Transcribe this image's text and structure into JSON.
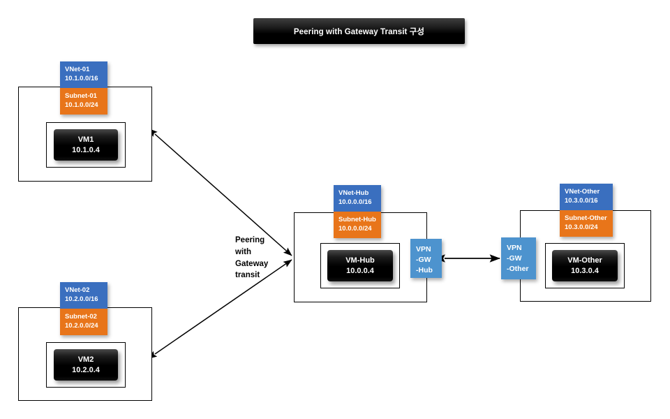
{
  "banner": {
    "title": "Peering with Gateway Transit 구성"
  },
  "caption": {
    "line1": "Peering",
    "line2": "with",
    "line3": "Gateway",
    "line4": "transit",
    "full": "Peering with Gateway transit"
  },
  "colors": {
    "vnet_blue": "#3A6FBF",
    "subnet_orange": "#E8751A",
    "vpngw_blue": "#4D93CE",
    "vm_black": "#000000",
    "border": "#000000",
    "background": "#ffffff",
    "banner_text": "#ffffff"
  },
  "networks": [
    {
      "id": "vnet-01",
      "vnet_name": "VNet-01",
      "vnet_cidr": "10.1.0.0/16",
      "subnet_name": "Subnet-01",
      "subnet_cidr": "10.1.0.0/24",
      "vm_name": "VM1",
      "vm_ip": "10.1.0.4",
      "gateway": null
    },
    {
      "id": "vnet-02",
      "vnet_name": "VNet-02",
      "vnet_cidr": "10.2.0.0/16",
      "subnet_name": "Subnet-02",
      "subnet_cidr": "10.2.0.0/24",
      "vm_name": "VM2",
      "vm_ip": "10.2.0.4",
      "gateway": null
    },
    {
      "id": "vnet-hub",
      "vnet_name": "VNet-Hub",
      "vnet_cidr": "10.0.0.0/16",
      "subnet_name": "Subnet-Hub",
      "subnet_cidr": "10.0.0.0/24",
      "vm_name": "VM-Hub",
      "vm_ip": "10.0.0.4",
      "gateway": {
        "line1": "VPN",
        "line2": "-GW",
        "line3": "-Hub",
        "full": "VPN-GW-Hub"
      }
    },
    {
      "id": "vnet-other",
      "vnet_name": "VNet-Other",
      "vnet_cidr": "10.3.0.0/16",
      "subnet_name": "Subnet-Other",
      "subnet_cidr": "10.3.0.0/24",
      "vm_name": "VM-Other",
      "vm_ip": "10.3.0.4",
      "gateway": {
        "line1": "VPN",
        "line2": "-GW",
        "line3": "-Other",
        "full": "VPN-GW-Other"
      }
    }
  ],
  "connections": [
    {
      "id": "peer-vnet01-hub",
      "from": "vnet-01",
      "to": "vnet-hub",
      "type": "bidirectional",
      "label": "Peering with Gateway transit"
    },
    {
      "id": "peer-vnet02-hub",
      "from": "vnet-02",
      "to": "vnet-hub",
      "type": "bidirectional",
      "label": "Peering with Gateway transit"
    },
    {
      "id": "vpn-hub-other",
      "from": "vnet-hub",
      "to": "vnet-other",
      "type": "bidirectional",
      "label": ""
    }
  ]
}
